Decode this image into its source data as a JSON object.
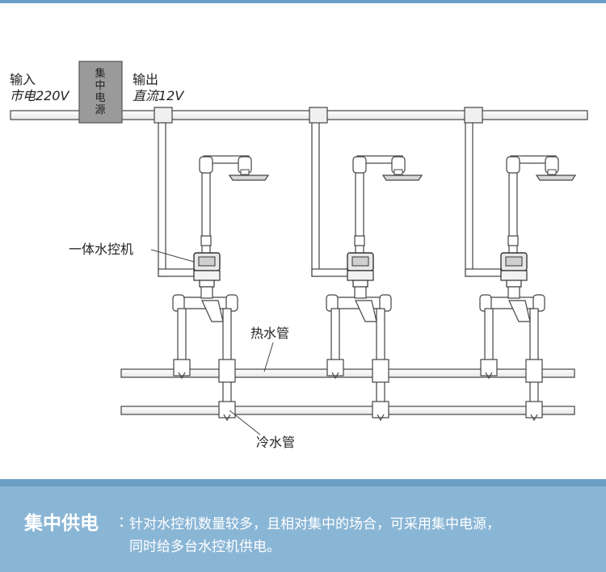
{
  "labels": {
    "input_line1": "输入",
    "input_line2": "市电220V",
    "output_line1": "输出",
    "output_line2": "直流12V",
    "power_box": [
      "集",
      "中",
      "电",
      "源"
    ],
    "controller": "一体水控机",
    "hot_pipe": "热水管",
    "cold_pipe": "冷水管"
  },
  "footer": {
    "title": "集中供电",
    "colon": "：",
    "line1": "针对水控机数量较多，且相对集中的场合，可采用集中电源，",
    "line2": "同时给多台水控机供电。"
  },
  "colors": {
    "accent": "#6aa0c8",
    "footer_bg": "#8ab6d6",
    "power_box": "#9a9a9a"
  }
}
